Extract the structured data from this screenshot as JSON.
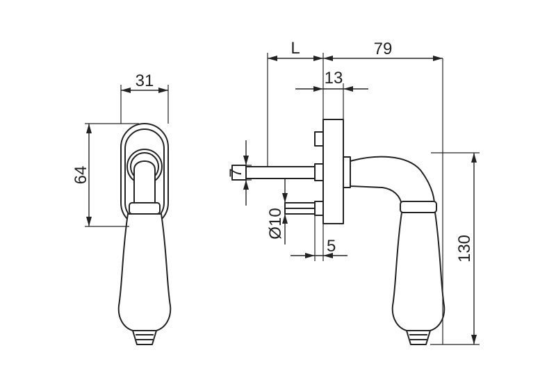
{
  "dimensions": {
    "rose_width": "31",
    "rose_height": "64",
    "spindle_length": "L",
    "projection": "79",
    "rose_thickness": "13",
    "spindle_square": "7",
    "screw_diameter": "Ø10",
    "offset": "5",
    "lever_length": "130"
  }
}
